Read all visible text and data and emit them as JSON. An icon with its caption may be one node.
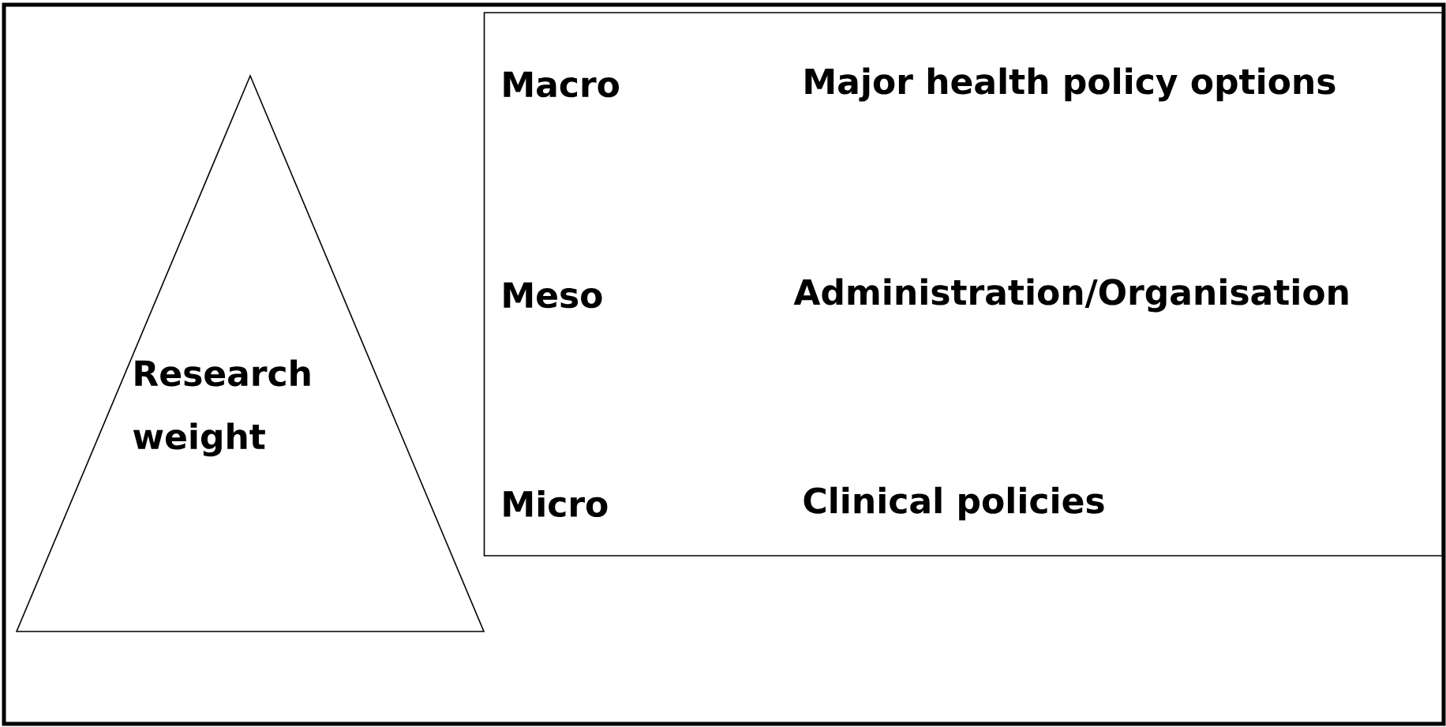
{
  "diagram": {
    "nodes": [
      {
        "text": [
          "Research weight"
        ]
      },
      {
        "text": [
          "Macro",
          "Major health policy options",
          "Meso",
          "Administration/Organisation",
          "Micro",
          "Clinical policies"
        ]
      }
    ]
  }
}
